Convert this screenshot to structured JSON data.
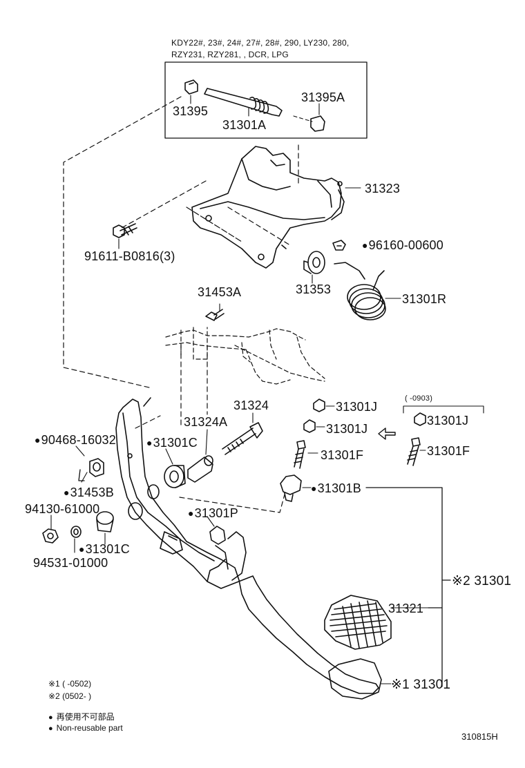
{
  "applicability": {
    "line1": "KDY22#, 23#, 24#, 27#, 28#, 290, LY230, 280,",
    "line2": "RZY231, RZY281, , DCR, LPG"
  },
  "parts": {
    "p31395": "31395",
    "p31395A": "31395A",
    "p31301A": "31301A",
    "p31323": "31323",
    "p91611": "91611-B0816(3)",
    "p96160": "96160-00600",
    "p31353": "31353",
    "p31301R": "31301R",
    "p31453A": "31453A",
    "p31324": "31324",
    "p31324A": "31324A",
    "p90468": "90468-16032",
    "p31301C_1": "31301C",
    "p31453B": "31453B",
    "p94130": "94130-61000",
    "p31301C_2": "31301C",
    "p94531": "94531-01000",
    "p31301P": "31301P",
    "p31301J_1": "31301J",
    "p31301J_2": "31301J",
    "p31301J_3": "31301J",
    "p31301F_1": "31301F",
    "p31301F_2": "31301F",
    "p31301B": "31301B",
    "p31321": "31321",
    "p31301_ref2": "※2 31301",
    "p31301_ref1": "※1 31301",
    "date_range": "(      -0903)"
  },
  "footnotes": {
    "ref1": "※1  (       -0502)",
    "ref2": "※2  (0502-       )",
    "legend_jp": "再使用不可部品",
    "legend_en": "Non-reusable part"
  },
  "figure_code": "310815H"
}
